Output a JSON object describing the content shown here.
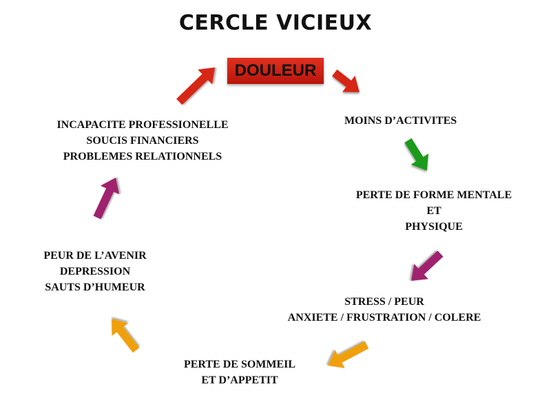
{
  "title": "CERCLE VICIEUX",
  "center": "DOULEUR",
  "nodes": {
    "moins_activites": [
      "MOINS D’ACTIVITES"
    ],
    "perte_forme": [
      "PERTE DE FORME MENTALE",
      "ET",
      "PHYSIQUE"
    ],
    "stress": [
      "STRESS / PEUR",
      "ANXIETE / FRUSTRATION / COLERE"
    ],
    "sommeil": [
      "PERTE DE SOMMEIL",
      "ET D’APPETIT"
    ],
    "peur_avenir": [
      "PEUR DE L’AVENIR",
      "DEPRESSION",
      "SAUTS D’HUMEUR"
    ],
    "incapacite": [
      "INCAPACITE PROFESSIONELLE",
      "SOUCIS FINANCIERS",
      "PROBLEMES RELATIONNELS"
    ]
  },
  "colors": {
    "red_arrow": "#d62612",
    "green_arrow": "#1f9a1f",
    "purple_arrow": "#a0246e",
    "orange_arrow": "#f0a010",
    "center_box": "#d0261a"
  },
  "arrows": [
    {
      "name": "arrow-red-right",
      "color": "red_arrow"
    },
    {
      "name": "arrow-green",
      "color": "green_arrow"
    },
    {
      "name": "arrow-purple-right",
      "color": "purple_arrow"
    },
    {
      "name": "arrow-orange-right",
      "color": "orange_arrow"
    },
    {
      "name": "arrow-orange-left",
      "color": "orange_arrow"
    },
    {
      "name": "arrow-purple-left",
      "color": "purple_arrow"
    },
    {
      "name": "arrow-red-left",
      "color": "red_arrow"
    }
  ]
}
